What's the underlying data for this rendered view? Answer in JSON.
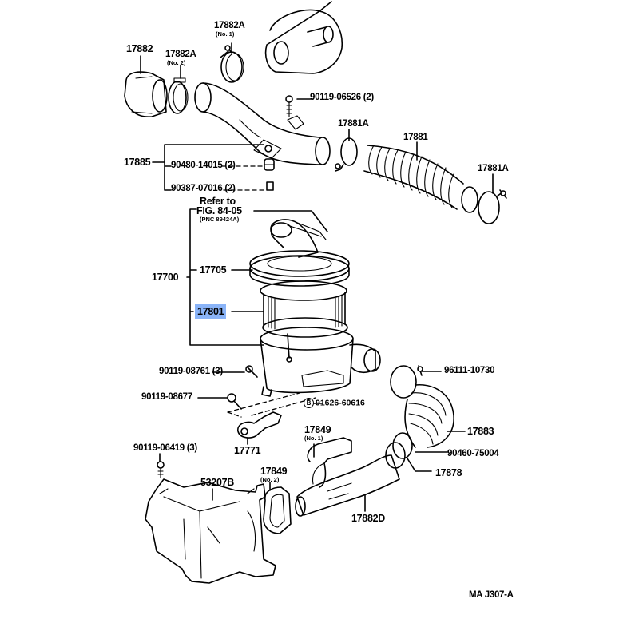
{
  "diagram": {
    "type": "exploded parts diagram",
    "subject": "Air cleaner and intake hose assembly",
    "highlight_color": "#8ab4f8",
    "reference_code": "MA J307-A",
    "refer_to": {
      "line1": "Refer to",
      "line2": "FIG. 84-05",
      "line3": "(PNC 89424A)"
    },
    "parts": {
      "p17882": "17882",
      "p17882a_no2": "17882A",
      "p17882a_no2_sub": "(No. 2)",
      "p17882a_no1": "17882A",
      "p17882a_no1_sub": "(No. 1)",
      "p90119_06526": "90119-06526 (2)",
      "p17881a_left": "17881A",
      "p17881": "17881",
      "p17881a_right": "17881A",
      "p17885": "17885",
      "p90480_14015": "90480-14015 (2)",
      "p90387_07016": "90387-07016 (2)",
      "p17700": "17700",
      "p17705": "17705",
      "p17801": "17801",
      "p90119_08761": "90119-08761 (3)",
      "p90119_08677": "90119-08677",
      "p91626_60616": "91626-60616",
      "p91626_marker": "B",
      "p17771": "17771",
      "p90119_06419": "90119-06419 (3)",
      "p96111_10730": "96111-10730",
      "p17883": "17883",
      "p90460_75004": "90460-75004",
      "p17878": "17878",
      "p17849_no1": "17849",
      "p17849_no1_sub": "(No. 1)",
      "p17849_no2": "17849",
      "p17849_no2_sub": "(No. 2)",
      "p53207b": "53207B",
      "p17882d": "17882D"
    },
    "highlighted_part": "17801"
  }
}
